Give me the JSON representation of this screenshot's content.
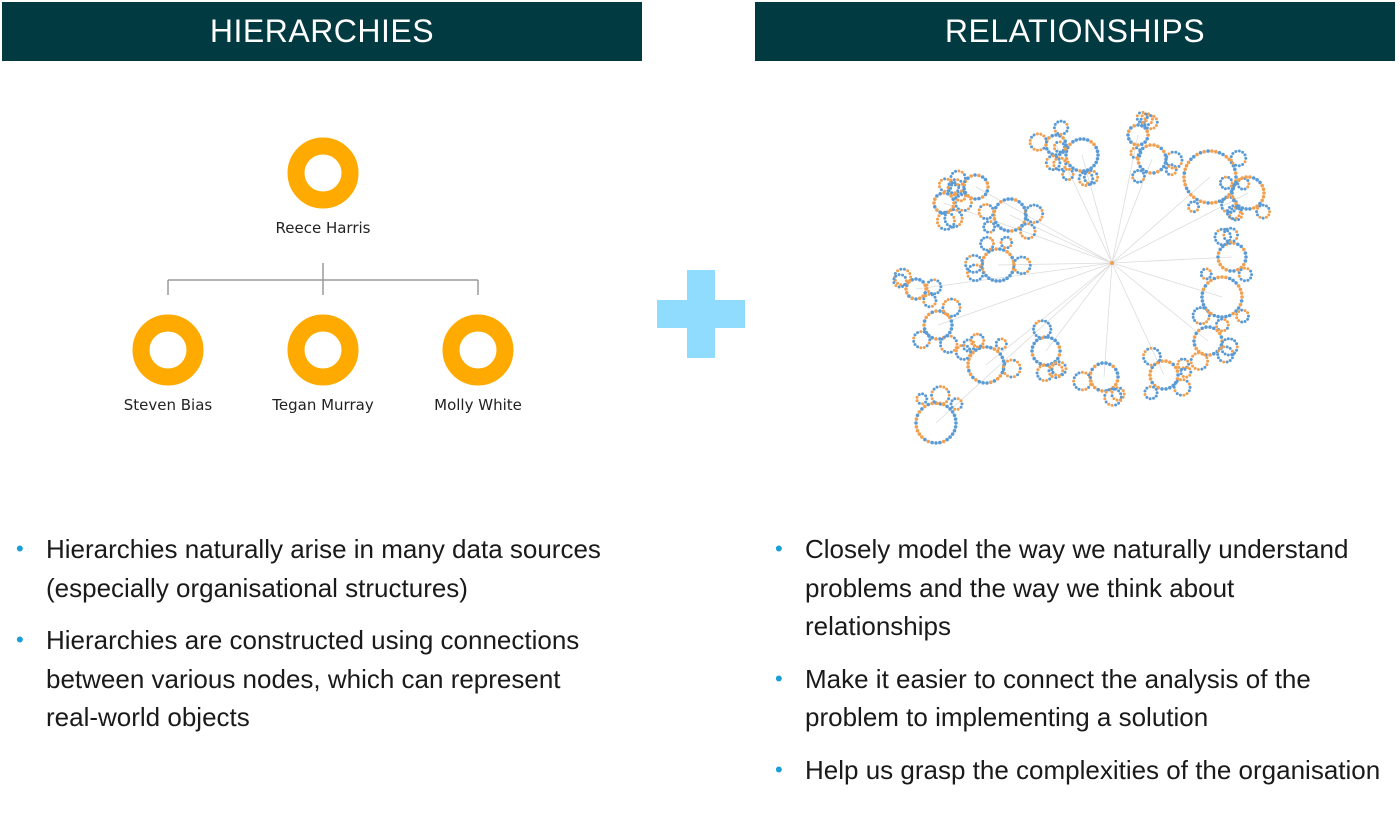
{
  "headers": {
    "left": "HIERARCHIES",
    "right": "RELATIONSHIPS"
  },
  "org_chart": {
    "root": "Reece Harris",
    "children": [
      "Steven Bias",
      "Tegan Murray",
      "Molly White"
    ],
    "node_color": "#ffaa00"
  },
  "colors": {
    "header_bg": "#023a41",
    "plus": "#8fdcff",
    "bullet": "#1aa0d8",
    "net_blue": "#5b9bd5",
    "net_orange": "#f0a050"
  },
  "left_bullets": [
    "Hierarchies naturally arise in many data sources (especially organisational structures)",
    "Hierarchies are constructed using connections between various nodes, which can represent real-world objects"
  ],
  "right_bullets": [
    "Closely model the way we naturally understand problems and the way we think about relationships",
    "Make it easier to connect the analysis of the problem to implementing a solution",
    "Help us grasp the complexities of the organisation"
  ]
}
